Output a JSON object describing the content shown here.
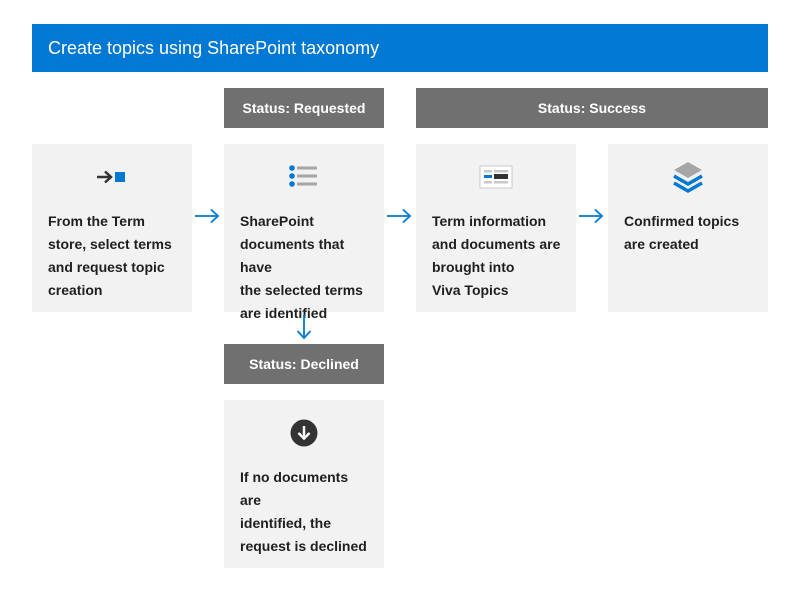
{
  "banner": {
    "title": "Create topics using SharePoint taxonomy"
  },
  "statuses": {
    "requested": "Status: Requested",
    "success": "Status: Success",
    "declined": "Status: Declined"
  },
  "steps": {
    "term_store": {
      "icon": "arrow-to-square-icon",
      "text": "From the Term\nstore, select terms\nand request topic\ncreation"
    },
    "documents": {
      "icon": "bulleted-list-icon",
      "text": "SharePoint\ndocuments that have\nthe selected terms\nare identified"
    },
    "term_info": {
      "icon": "document-card-icon",
      "text": "Term information\nand documents are\nbrought into\nViva Topics"
    },
    "confirmed": {
      "icon": "layers-icon",
      "text": "Confirmed topics\nare created"
    },
    "declined": {
      "icon": "down-arrow-circle-icon",
      "text": "If no documents are\nidentified, the\nrequest is declined"
    }
  },
  "colors": {
    "accent": "#0078d4",
    "status_bar": "#707070",
    "card": "#f2f2f2",
    "icon_dark": "#333333"
  }
}
